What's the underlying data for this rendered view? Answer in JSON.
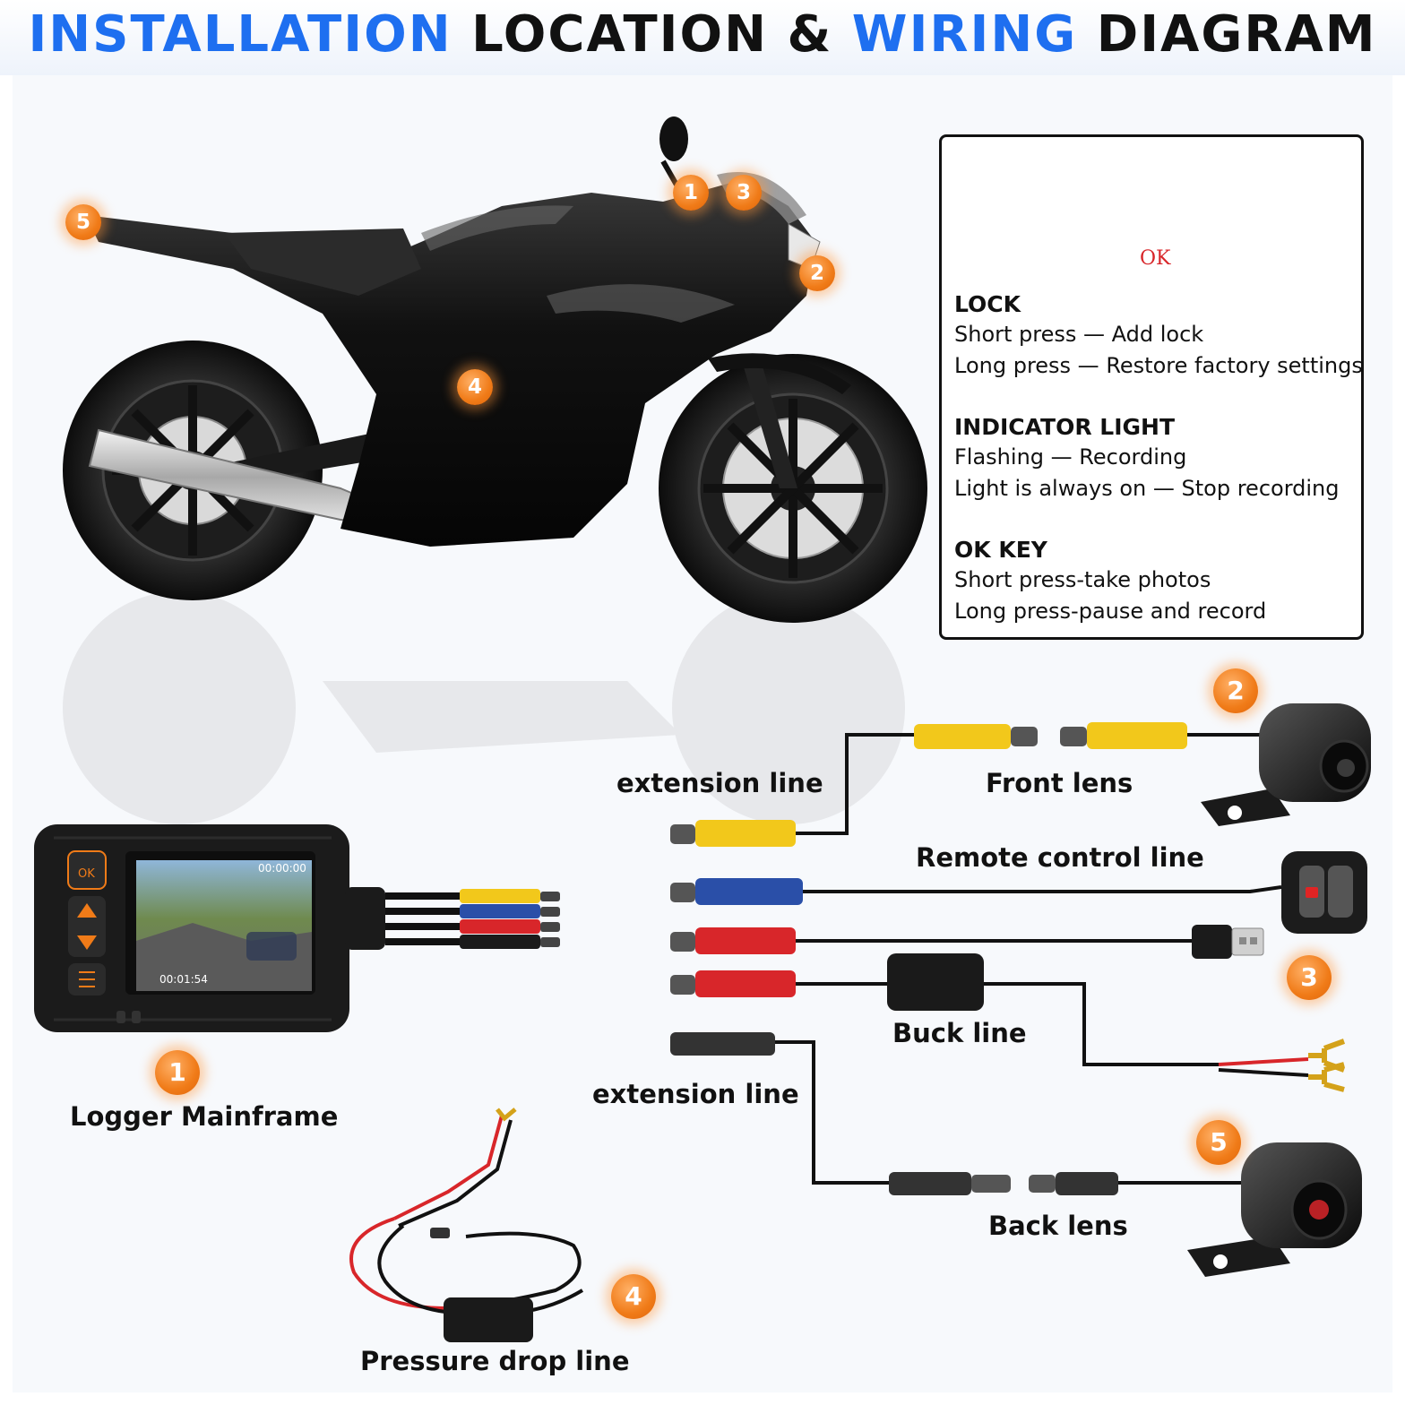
{
  "title": {
    "part1": "INSTALLATION",
    "part2": "LOCATION &",
    "part3": "WIRING",
    "part4": "DIAGRAM"
  },
  "colors": {
    "accent_blue": "#1e6ff0",
    "badge_orange": "#f07b18",
    "yellow_connector": "#f2c81b",
    "blue_connector": "#2a4fa8",
    "red_connector": "#d8262a"
  },
  "icons": [
    "motorcycle-image",
    "remote-control-icon",
    "lock-icon",
    "dash-camera-icon",
    "front-camera-icon",
    "back-camera-icon",
    "usb-plug-icon",
    "buck-converter-icon",
    "fork-terminal-icon",
    "power-box-icon"
  ],
  "badges": {
    "b1": "1",
    "b2": "2",
    "b3": "3",
    "b4": "4",
    "b5": "5"
  },
  "remote_panel": {
    "ok_key_label": "OK",
    "lock_heading": "LOCK",
    "lock_lines": [
      "Short press — Add lock",
      "Long press — Restore factory settings"
    ],
    "indicator_heading": "INDICATOR LIGHT",
    "indicator_lines": [
      "Flashing — Recording",
      "Light is always on — Stop recording"
    ],
    "ok_heading": "OK KEY",
    "ok_lines": [
      "Short press-take photos",
      "Long press-pause and record"
    ]
  },
  "device": {
    "screen_time": "00:00:00",
    "screen_elapsed": "00:01:54",
    "ok_label": "OK"
  },
  "labels": {
    "extension_line_top": "extension line",
    "front_lens": "Front lens",
    "remote_control_line": "Remote control line",
    "buck_line": "Buck line",
    "extension_line_bottom": "extension line",
    "back_lens": "Back lens",
    "logger_mainframe": "Logger Mainframe",
    "pressure_drop_line": "Pressure drop line"
  }
}
